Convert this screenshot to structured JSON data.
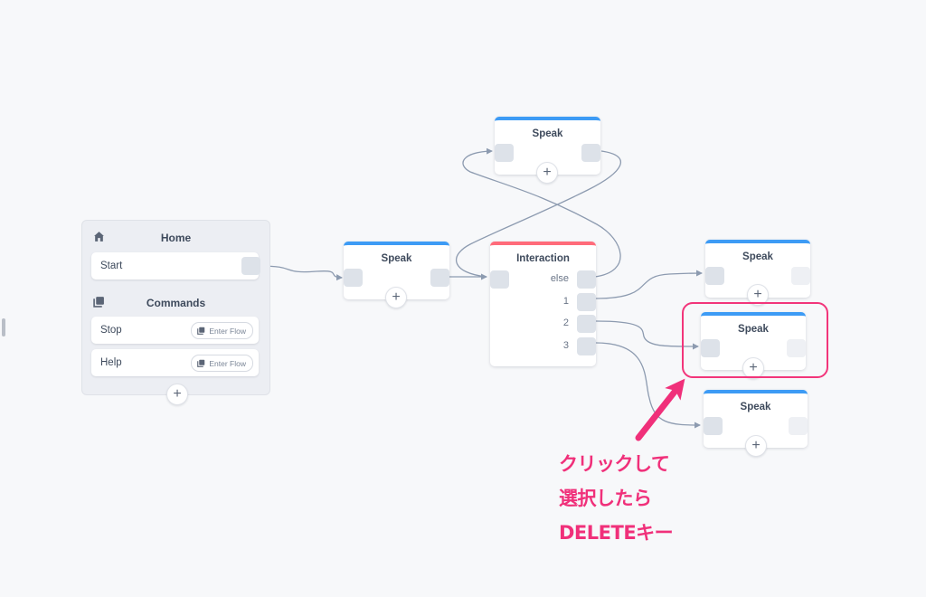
{
  "home": {
    "title": "Home",
    "start_label": "Start",
    "commands_title": "Commands",
    "commands": [
      {
        "label": "Stop",
        "action": "Enter Flow"
      },
      {
        "label": "Help",
        "action": "Enter Flow"
      }
    ]
  },
  "nodes": {
    "speak_main": {
      "title": "Speak"
    },
    "speak_top": {
      "title": "Speak"
    },
    "interaction": {
      "title": "Interaction",
      "choices": [
        "else",
        "1",
        "2",
        "3"
      ]
    },
    "speak_1": {
      "title": "Speak"
    },
    "speak_2": {
      "title": "Speak"
    },
    "speak_3": {
      "title": "Speak"
    }
  },
  "add_symbol": "+",
  "annotation": {
    "lines": [
      "クリックして",
      "選択したら",
      "DELETEキー"
    ],
    "color": "#f0307a"
  },
  "colors": {
    "speak_accent": "#3d9bf5",
    "interaction_accent": "#ff6b7a",
    "connector": "#8d9bb0",
    "canvas": "#f7f8fa"
  }
}
